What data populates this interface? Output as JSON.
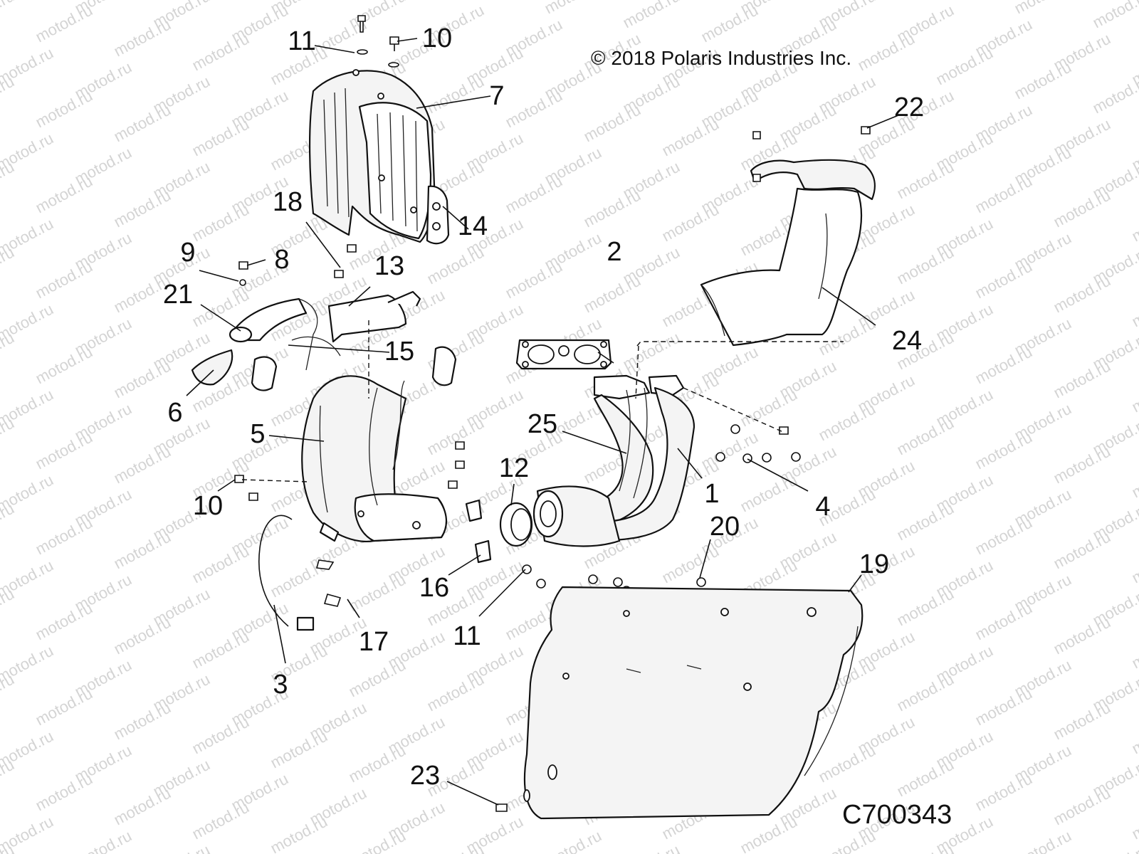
{
  "copyright": "© 2018 Polaris Industries Inc.",
  "diagram_code": "C700343",
  "watermark": "motod.ru",
  "callouts": {
    "c1": "1",
    "c2": "2",
    "c3": "3",
    "c4": "4",
    "c5": "5",
    "c6": "6",
    "c7": "7",
    "c8": "8",
    "c9": "9",
    "c10a": "10",
    "c10b": "10",
    "c11a": "11",
    "c11b": "11",
    "c12": "12",
    "c13": "13",
    "c14": "14",
    "c15": "15",
    "c16": "16",
    "c17": "17",
    "c18": "18",
    "c19": "19",
    "c20": "20",
    "c21": "21",
    "c22": "22",
    "c23": "23",
    "c24": "24",
    "c25": "25"
  }
}
